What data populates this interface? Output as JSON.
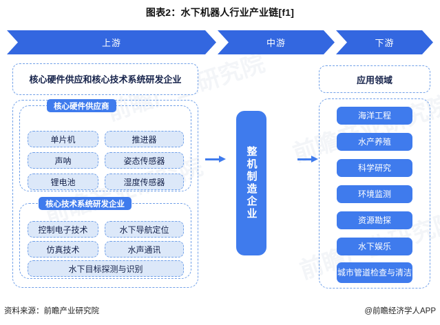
{
  "title": "图表2：水下机器人行业产业链[f1]",
  "ribbon": {
    "segments": [
      {
        "label": "上游"
      },
      {
        "label": "中游"
      },
      {
        "label": "下游"
      }
    ]
  },
  "upstream": {
    "header": "核心硬件供应和核心技术系统研发企业",
    "groups": [
      {
        "label": "核心硬件供应商",
        "items": [
          "单片机",
          "推进器",
          "声呐",
          "姿态传感器",
          "锂电池",
          "湿度传感器"
        ]
      },
      {
        "label": "核心技术系统研发企业",
        "items": [
          "控制电子技术",
          "水下导航定位",
          "仿真技术",
          "水声通讯",
          "水下目标探测与识别"
        ]
      }
    ]
  },
  "midstream": {
    "label": "整机制造企业"
  },
  "downstream": {
    "header": "应用领域",
    "items": [
      "海洋工程",
      "水产养殖",
      "科学研究",
      "环境监测",
      "资源勘探",
      "水下娱乐",
      "城市管道检查与清洁"
    ]
  },
  "footer": {
    "source": "资料来源：前瞻产业研究院",
    "credit": "@前瞻经济学人APP"
  },
  "watermark": {
    "text": "前瞻产业研究院"
  },
  "colors": {
    "ribbon_blue": "#3367e0",
    "accent_blue": "#3f7bed",
    "chip_fill": "#dce8f9",
    "dashed_border": "#6f9fe8",
    "text_dark": "#15224a"
  }
}
